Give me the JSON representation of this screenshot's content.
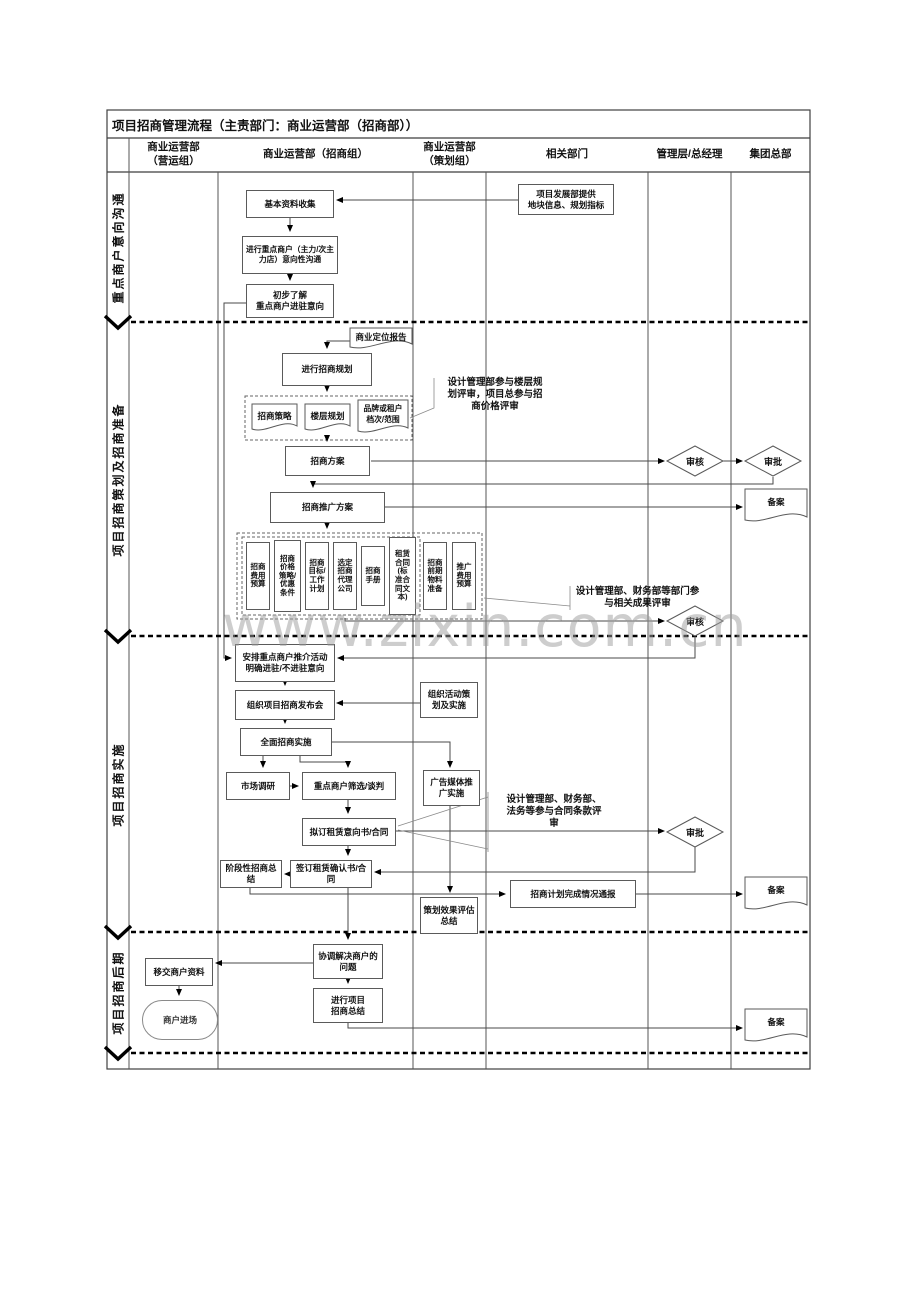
{
  "title": "项目招商管理流程（主责部门：商业运营部（招商部））",
  "watermark": "www.zixin.com.cn",
  "columns": [
    "商业运营部\n（营运组）",
    "商业运营部（招商组）",
    "商业运营部\n（策划组）",
    "相关部门",
    "管理层/总经理",
    "集团总部"
  ],
  "sections": [
    "重点商户意向沟通",
    "项目招商策划及招商准备",
    "项目招商实施",
    "项目招商后期"
  ],
  "nodes": {
    "collect": "基本资料收集",
    "provide": "项目发展部提供\n地块信息、规划指标",
    "comm": "进行重点商户（主力/次主\n力店）意向性沟通",
    "initial": "初步了解\n重点商户进驻意向",
    "positioning_report": "商业定位报告",
    "planning": "进行招商规划",
    "strategy": "招商策略",
    "floor_plan": "楼层规划",
    "brand_level": "品牌或租户\n档次/范围",
    "callout_design_review": "设计管理部参与楼层规\n划评审，项目总参与招\n商价格评审",
    "plan": "招商方案",
    "review1": "审核",
    "approve1": "审批",
    "filing1": "备案",
    "promo_plan": "招商推广方案",
    "budget": "招商\n费用\n预算",
    "price_strategy": "招商\n价格\n策略/\n优惠\n条件",
    "target_plan": "招商\n目标/\n工作\n计划",
    "agency": "选定\n招商\n代理\n公司",
    "manual": "招商\n手册",
    "lease_contract": "租赁\n合同\n(标\n准合\n同文\n本)",
    "materials": "招商\n前期\n物料\n准备",
    "promo_budget": "推广\n费用\n预算",
    "callout_result_review": "设计管理部、财务部等部门参\n与相关成果评审",
    "review2": "审核",
    "arrange": "安排重点商户推介活动\n明确进驻/不进驻意向",
    "launch_event": "组织项目招商发布会",
    "org_activity": "组织活动策\n划及实施",
    "full_impl": "全面招商实施",
    "research": "市场调研",
    "select": "重点商户筛选/谈判",
    "media": "广告媒体推\n广实施",
    "callout_contract_review": "设计管理部、财务部、\n法务等参与合同条款评\n审",
    "draft": "拟订租赁意向书/合同",
    "approve2": "审批",
    "sign": "签订租赁确认书/合同",
    "phase_summary": "阶段性招商总结",
    "report_notice": "招商计划完成情况通报",
    "filing2": "备案",
    "eval_summary": "策划效果评估\n总结",
    "resolve": "协调解决商户的\n问题",
    "transfer": "移交商户资料",
    "enter": "商户进场",
    "final_summary": "进行项目\n招商总结",
    "filing3": "备案"
  }
}
